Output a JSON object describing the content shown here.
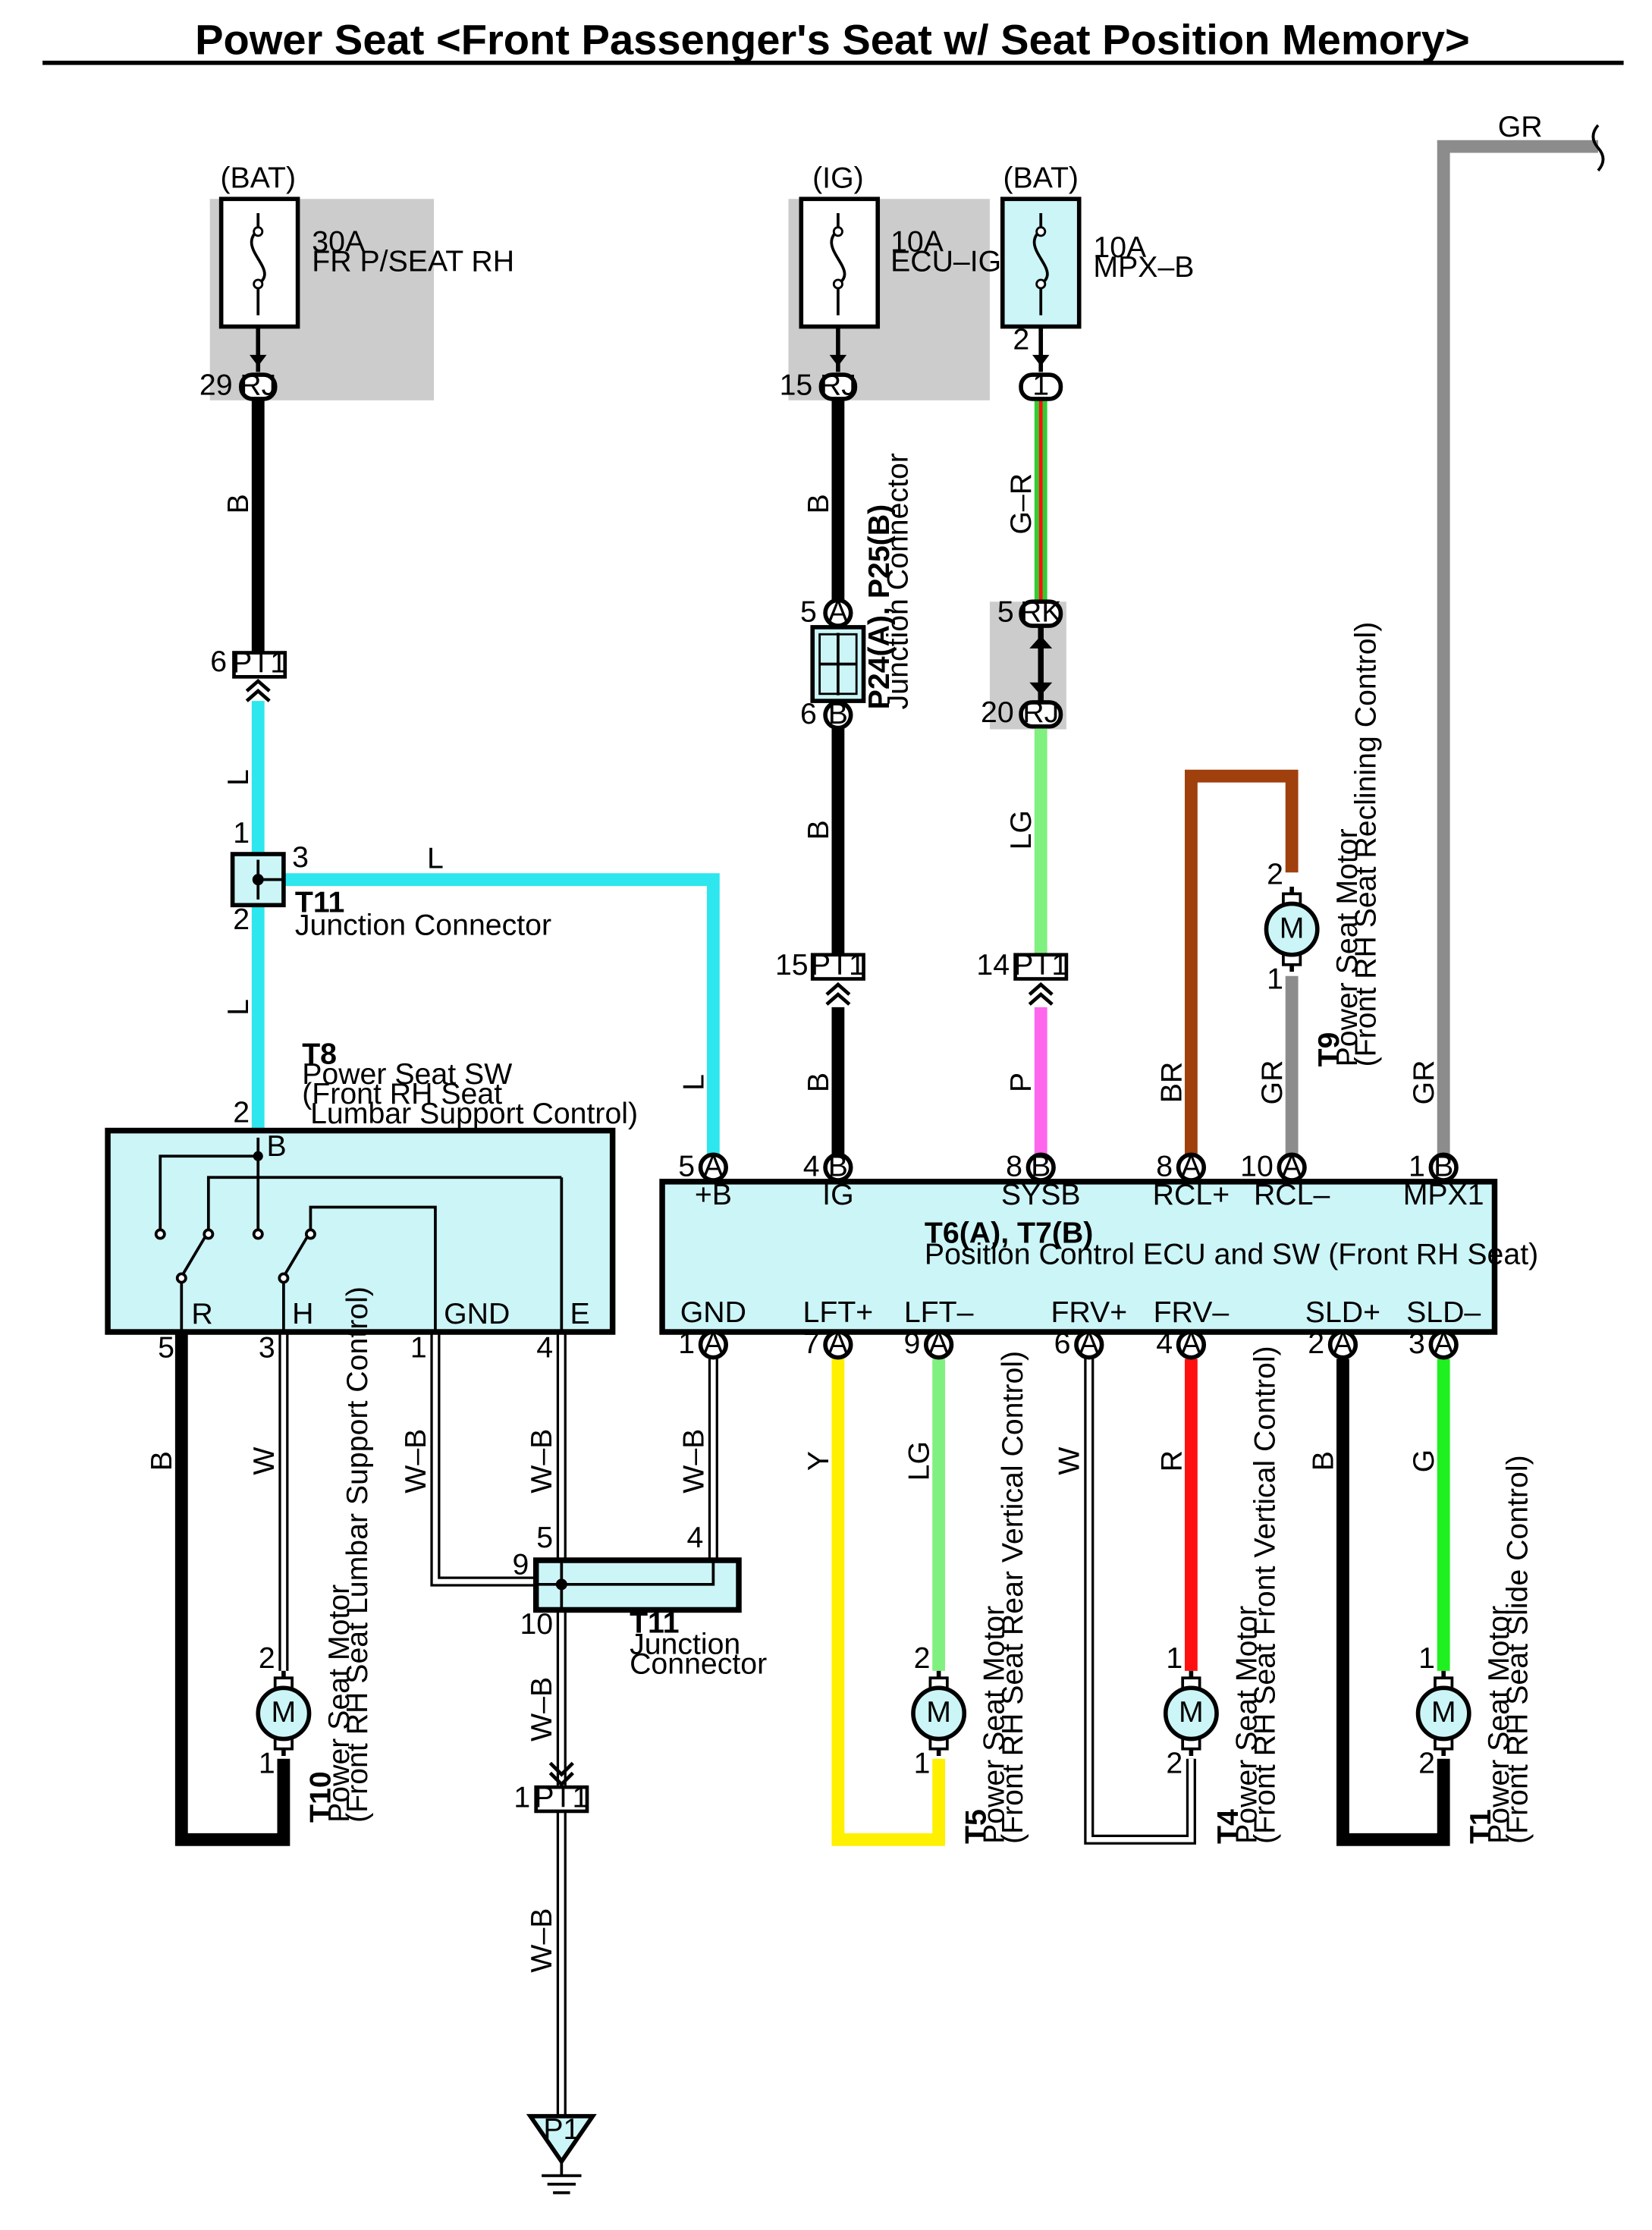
{
  "title": "Power Seat <Front Passenger's Seat w/ Seat Position Memory>",
  "colors": {
    "B": "#000000",
    "L": "#2ee6ee",
    "G-R": "#33cc33",
    "LG": "#80f080",
    "P": "#ff66ee",
    "BR": "#a0400d",
    "GR": "#8c8c8c",
    "Y": "#fff000",
    "R": "#ff1010",
    "G": "#1ff01f",
    "W": "#ffffff",
    "W-B": "#ffffff",
    "component_fill": "#ccf5f7",
    "fuse_area": "#cccccc"
  },
  "fuses": [
    {
      "source": "(BAT)",
      "rating": "30A",
      "name": "FR P/SEAT RH",
      "pin": "29",
      "connector": "RJ"
    },
    {
      "source": "(IG)",
      "rating": "10A",
      "name": "ECU–IG RH",
      "pin": "15",
      "connector": "RJ"
    },
    {
      "source": "(BAT)",
      "rating": "10A",
      "name": "MPX–B",
      "top_pin": "2",
      "pin": "1",
      "connector": ""
    }
  ],
  "connectors": {
    "pt1_a": {
      "pin": "6",
      "name": "PT1"
    },
    "pt1_b": {
      "pin": "15",
      "name": "PT1"
    },
    "pt1_c": {
      "pin": "14",
      "name": "PT1"
    },
    "pt1_d": {
      "pin": "1",
      "name": "PT1"
    },
    "rk": {
      "pin": "5",
      "name": "RK"
    },
    "rj": {
      "pin": "20",
      "name": "RJ"
    },
    "p24": {
      "pin_top": "5",
      "top": "A",
      "pin_bottom": "6",
      "bottom": "B",
      "code": "P24(A), P25(B)",
      "label": "Junction Connector"
    },
    "ground": "P1"
  },
  "junctions": {
    "t11_upper": {
      "code": "T11",
      "label": "Junction Connector",
      "pins": [
        "1",
        "2",
        "3"
      ]
    },
    "t11_lower": {
      "code": "T11",
      "label": "Junction Connector",
      "pins": [
        "5",
        "4",
        "9",
        "10"
      ]
    }
  },
  "t8": {
    "code": "T8",
    "desc": [
      "Power Seat SW",
      "(Front RH Seat",
      " Lumbar Support Control)"
    ],
    "top_pin": "2",
    "top_term": "B",
    "terms": [
      "R",
      "H",
      "GND",
      "E"
    ],
    "bottom_pins": [
      "5",
      "3",
      "1",
      "4"
    ]
  },
  "ecu": {
    "code": "T6(A), T7(B)",
    "desc": "Position Control ECU and SW (Front RH Seat)",
    "top": [
      {
        "pin": "5",
        "conn": "A",
        "term": "+B",
        "wire": "L"
      },
      {
        "pin": "4",
        "conn": "B",
        "term": "IG",
        "wire": "B"
      },
      {
        "pin": "8",
        "conn": "B",
        "term": "SYSB",
        "wire": "P"
      },
      {
        "pin": "8",
        "conn": "A",
        "term": "RCL+",
        "wire": "BR"
      },
      {
        "pin": "10",
        "conn": "A",
        "term": "RCL–",
        "wire": "GR"
      },
      {
        "pin": "1",
        "conn": "B",
        "term": "MPX1",
        "wire": "GR"
      }
    ],
    "bottom": [
      {
        "pin": "1",
        "conn": "A",
        "term": "GND",
        "wire": "W–B"
      },
      {
        "pin": "7",
        "conn": "A",
        "term": "LFT+",
        "wire": "Y"
      },
      {
        "pin": "9",
        "conn": "A",
        "term": "LFT–",
        "wire": "LG"
      },
      {
        "pin": "6",
        "conn": "A",
        "term": "FRV+",
        "wire": "W"
      },
      {
        "pin": "4",
        "conn": "A",
        "term": "FRV–",
        "wire": "R"
      },
      {
        "pin": "2",
        "conn": "A",
        "term": "SLD+",
        "wire": "B"
      },
      {
        "pin": "3",
        "conn": "A",
        "term": "SLD–",
        "wire": "G"
      }
    ]
  },
  "motors": [
    {
      "code": "T10",
      "desc": [
        "Power Seat Motor",
        "(Front RH Seat Lumbar Support Control)"
      ],
      "pin_top": "2",
      "pin_bottom": "1",
      "symbol": "M"
    },
    {
      "code": "T5",
      "desc": [
        "Power Seat Motor",
        "(Front RH Seat Rear Vertical Control)"
      ],
      "pin_top": "2",
      "pin_bottom": "1",
      "symbol": "M"
    },
    {
      "code": "T4",
      "desc": [
        "Power Seat Motor",
        "(Front RH Seat Front Vertical Control)"
      ],
      "pin_top": "1",
      "pin_bottom": "2",
      "symbol": "M"
    },
    {
      "code": "T1",
      "desc": [
        "Power Seat Motor",
        "(Front RH Seat Slide Control)"
      ],
      "pin_top": "1",
      "pin_bottom": "2",
      "symbol": "M"
    },
    {
      "code": "T9",
      "desc": [
        "Power Seat Motor",
        "(Front RH Seat Reclining Control)"
      ],
      "pin_top": "2",
      "pin_bottom": "1",
      "symbol": "M"
    }
  ],
  "wire_labels": {
    "fuse1": "B",
    "t8_feed_upper": "L",
    "t8_feed_lower": "L",
    "t11_branch": "L",
    "ecu_plus_b": "L",
    "ig_upper": "B",
    "ig_middle": "B",
    "ig_lower": "B",
    "mpx_upper": "G–R",
    "mpx_middle": "LG",
    "mpx_lower": "P",
    "rcl_plus": "BR",
    "rcl_minus": "GR",
    "mpx1": "GR",
    "mpx1_top": "GR",
    "t10_r": "B",
    "t10_h": "W",
    "t8_gnd": "W–B",
    "t8_e": "W–B",
    "ecu_gnd": "W–B",
    "ground_upper": "W–B",
    "ground_lower": "W–B",
    "lft_plus": "Y",
    "lft_minus": "LG",
    "frv_plus": "W",
    "frv_minus": "R",
    "sld_plus": "B",
    "sld_minus": "G"
  }
}
